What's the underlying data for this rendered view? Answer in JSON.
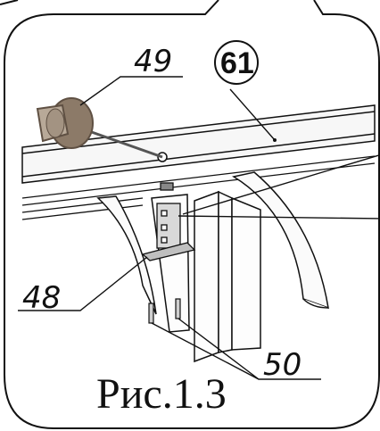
{
  "diagram": {
    "callouts": {
      "part_49": "49",
      "part_61": "61",
      "part_48": "48",
      "part_50": "50"
    },
    "caption": "Рис.1.3"
  },
  "colors": {
    "line": "#111111",
    "beam_fill": "#f7f7f7",
    "knob": "#8c7a68",
    "knob_dark": "#5f5043",
    "bracket": "#d9d9d9"
  }
}
